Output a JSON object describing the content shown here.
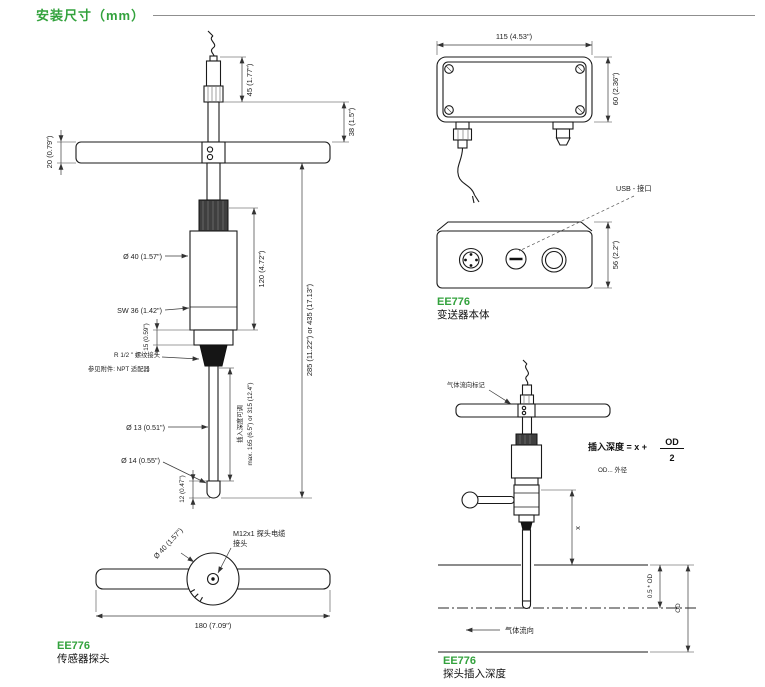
{
  "header": {
    "title": "安装尺寸（mm）"
  },
  "colors": {
    "accent": "#33a23d"
  },
  "probe": {
    "dims": {
      "d45": "45 (1.77\")",
      "d38": "38 (1.5\")",
      "d20": "20 (0.79\")",
      "dia40": "Ø 40 (1.57\")",
      "d120": "120 (4.72\")",
      "sw36": "SW 36 (1.42\")",
      "d15": "15 (0.59\")",
      "thread": "R 1/2 \" 螺纹接头",
      "npt": "参见附件: NPT 适配器",
      "total": "285 (11.22\") or 435 (17.13\")",
      "insert1": "插入深度可调",
      "insert2": "max. 165 (6.5\") or 315 (12.4\")",
      "dia13": "Ø 13 (0.51\")",
      "dia14": "Ø 14 (0.55\")",
      "d12": "12 (0.47\")"
    },
    "head": {
      "dia40": "Ø 40 (1.57\")",
      "cable1": "M12x1 探头电缆",
      "cable2": "接头",
      "d180": "180 (7.09\")"
    },
    "caption": {
      "model": "EE776",
      "label": "传感器探头"
    }
  },
  "transmitter": {
    "dims": {
      "d115": "115 (4.53\")",
      "d60": "60 (2.36\")",
      "d56": "56 (2.2\")"
    },
    "usb_label": "USB - 接口",
    "caption": {
      "model": "EE776",
      "label": "变送器本体"
    }
  },
  "insertion": {
    "flow_mark": "气体流向标记",
    "formula": {
      "left": "插入深度 = x +",
      "num": "OD",
      "den": "2"
    },
    "od_note": "OD... 外径",
    "x_label": "x",
    "half_od": "0.5 * OD",
    "od": "OD",
    "flow": "气体流向",
    "caption": {
      "model": "EE776",
      "label": "探头插入深度"
    }
  }
}
